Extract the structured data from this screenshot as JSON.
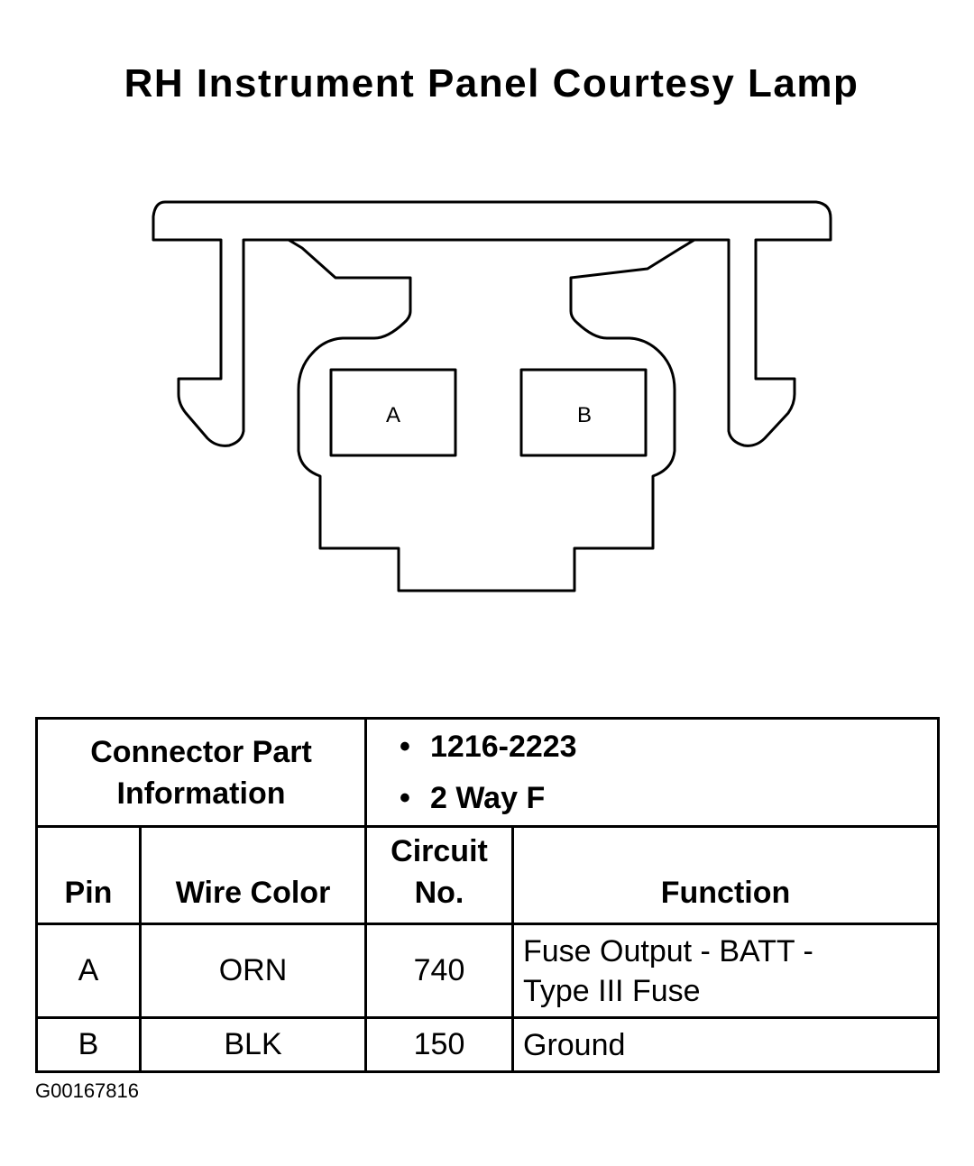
{
  "title": "RH Instrument Panel Courtesy Lamp",
  "connector": {
    "cavities": [
      {
        "label": "A"
      },
      {
        "label": "B"
      }
    ]
  },
  "table": {
    "part_info_label_line1": "Connector Part",
    "part_info_label_line2": "Information",
    "part_info_bullets": [
      "1216-2223",
      "2 Way F"
    ],
    "bullet_char": "•",
    "headers": {
      "pin": "Pin",
      "wire_color": "Wire Color",
      "circuit_line1": "Circuit",
      "circuit_line2": "No.",
      "function": "Function"
    },
    "rows": [
      {
        "pin": "A",
        "wire_color": "ORN",
        "circuit": "740",
        "function_line1": "Fuse Output - BATT -",
        "function_line2": "Type III Fuse"
      },
      {
        "pin": "B",
        "wire_color": "BLK",
        "circuit": "150",
        "function_line1": "Ground",
        "function_line2": ""
      }
    ]
  },
  "figure_id": "G00167816"
}
